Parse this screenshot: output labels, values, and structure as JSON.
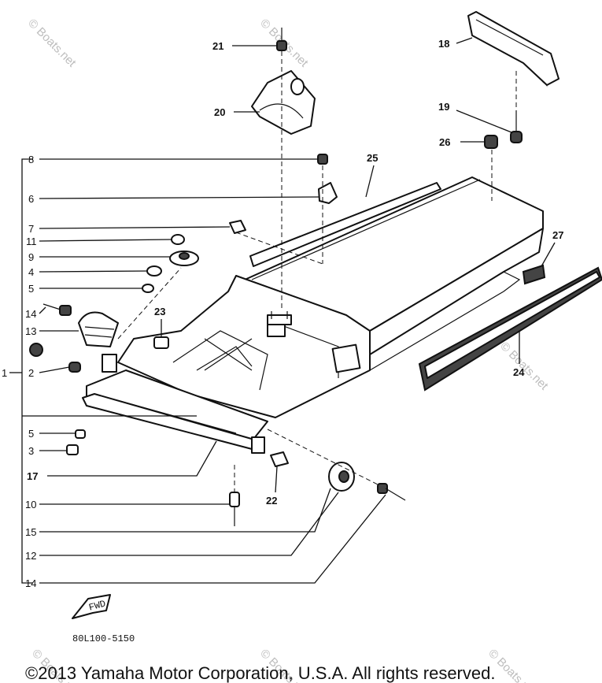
{
  "callouts": {
    "c21": "21",
    "c20": "20",
    "c18": "18",
    "c19": "19",
    "c26": "26",
    "c25": "25",
    "c27": "27",
    "c24": "24",
    "c23": "23",
    "c22": "22",
    "c17": "17",
    "c8": "8",
    "c6": "6",
    "c7": "7",
    "c11": "11",
    "c9": "9",
    "c4": "4",
    "c5a": "5",
    "c14a": "14",
    "c13": "13",
    "c1": "1",
    "c2": "2",
    "c5b": "5",
    "c3": "3",
    "c10": "10",
    "c15": "15",
    "c12": "12",
    "c14b": "14"
  },
  "watermark": "© Boats.net",
  "fwd_label": "FWD",
  "diagram_code": "80L100-5150",
  "copyright": "©2013 Yamaha Motor Corporation, U.S.A. All rights reserved."
}
